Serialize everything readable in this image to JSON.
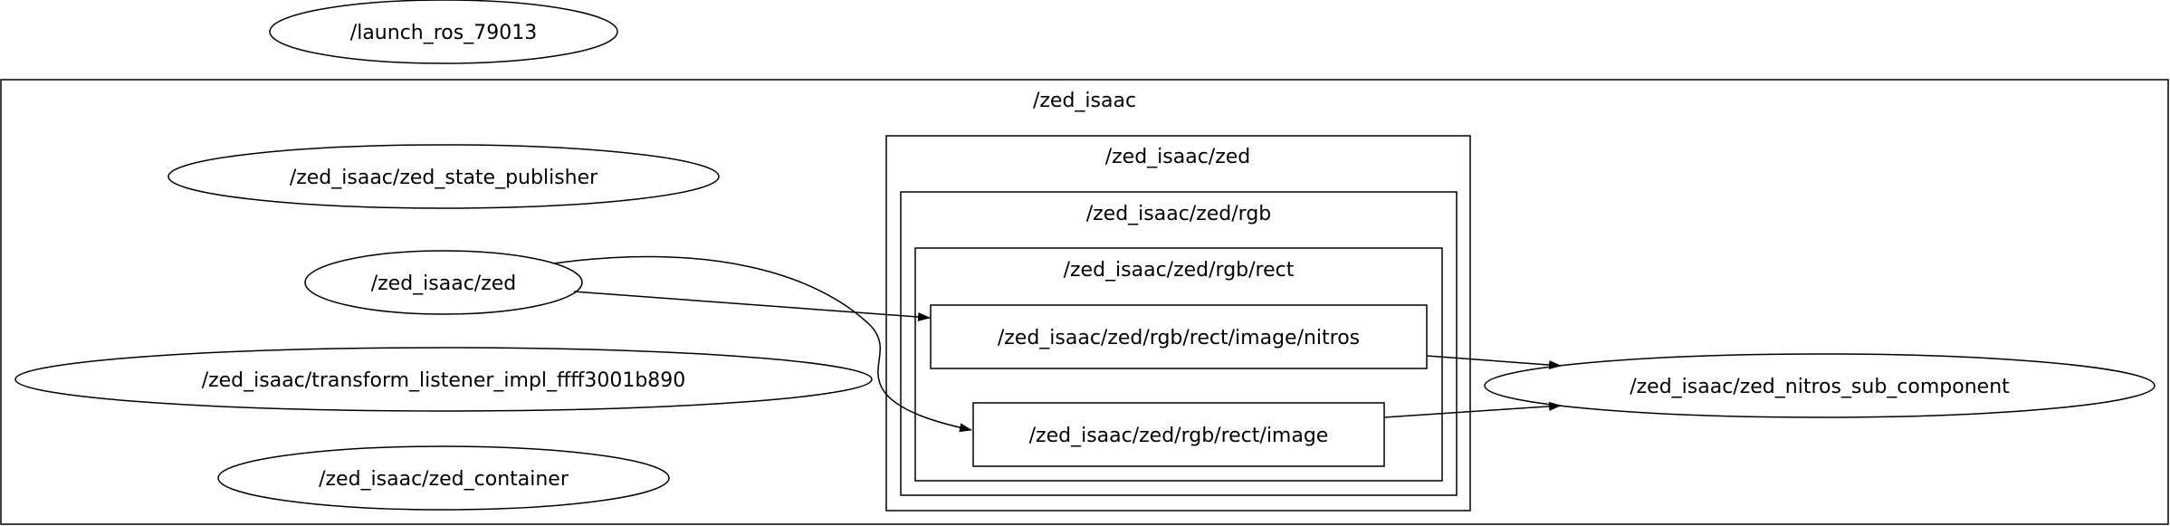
{
  "nodes": {
    "launch_ros": "/launch_ros_79013",
    "zed_state_publisher": "/zed_isaac/zed_state_publisher",
    "zed": "/zed_isaac/zed",
    "transform_listener": "/zed_isaac/transform_listener_impl_ffff3001b890",
    "zed_container": "/zed_isaac/zed_container",
    "nitros_sub": "/zed_isaac/zed_nitros_sub_component"
  },
  "topics": {
    "rect_image_nitros": "/zed_isaac/zed/rgb/rect/image/nitros",
    "rect_image": "/zed_isaac/zed/rgb/rect/image"
  },
  "clusters": {
    "zed_isaac": "/zed_isaac",
    "zed_isaac_zed": "/zed_isaac/zed",
    "zed_isaac_zed_rgb": "/zed_isaac/zed/rgb",
    "zed_isaac_zed_rgb_rect": "/zed_isaac/zed/rgb/rect"
  },
  "colors": {
    "stroke": "#000000",
    "background": "#ffffff"
  }
}
